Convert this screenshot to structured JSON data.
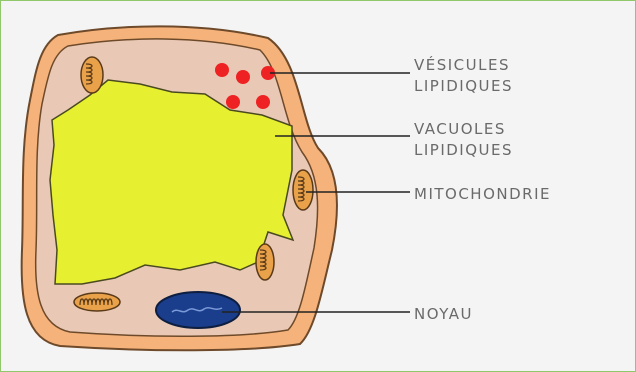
{
  "diagram": {
    "labels": {
      "vesicules": [
        "VÉSICULES",
        "LIPIDIQUES"
      ],
      "vacuoles": [
        "VACUOLES",
        "LIPIDIQUES"
      ],
      "mitochondrie": "MITOCHONDRIE",
      "noyau": "NOYAU"
    },
    "colors": {
      "background": "#f4f4f4",
      "border": "#8fc76a",
      "cell_wall": "#f5b27a",
      "cytoplasm": "#e9c9b6",
      "vacuole": "#e6f030",
      "vesicle": "#ee2222",
      "nucleus": "#1a3d8c",
      "mitochondria": "#e9a24a"
    }
  }
}
